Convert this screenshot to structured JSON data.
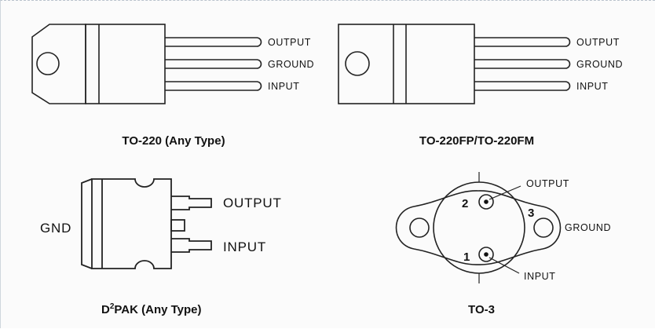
{
  "packages": {
    "to220": {
      "pins": [
        "OUTPUT",
        "GROUND",
        "INPUT"
      ],
      "caption": "TO-220 (Any Type)"
    },
    "to220fp": {
      "pins": [
        "OUTPUT",
        "GROUND",
        "INPUT"
      ],
      "caption": "TO-220FP/TO-220FM"
    },
    "d2pak": {
      "gnd": "GND",
      "pins": [
        "OUTPUT",
        "INPUT"
      ],
      "caption_prefix": "D",
      "caption_sup": "2",
      "caption_rest": "PAK (Any Type)"
    },
    "to3": {
      "pin_numbers": [
        "2",
        "3",
        "1"
      ],
      "labels": [
        "OUTPUT",
        "GROUND",
        "INPUT"
      ],
      "caption": "TO-3"
    }
  }
}
